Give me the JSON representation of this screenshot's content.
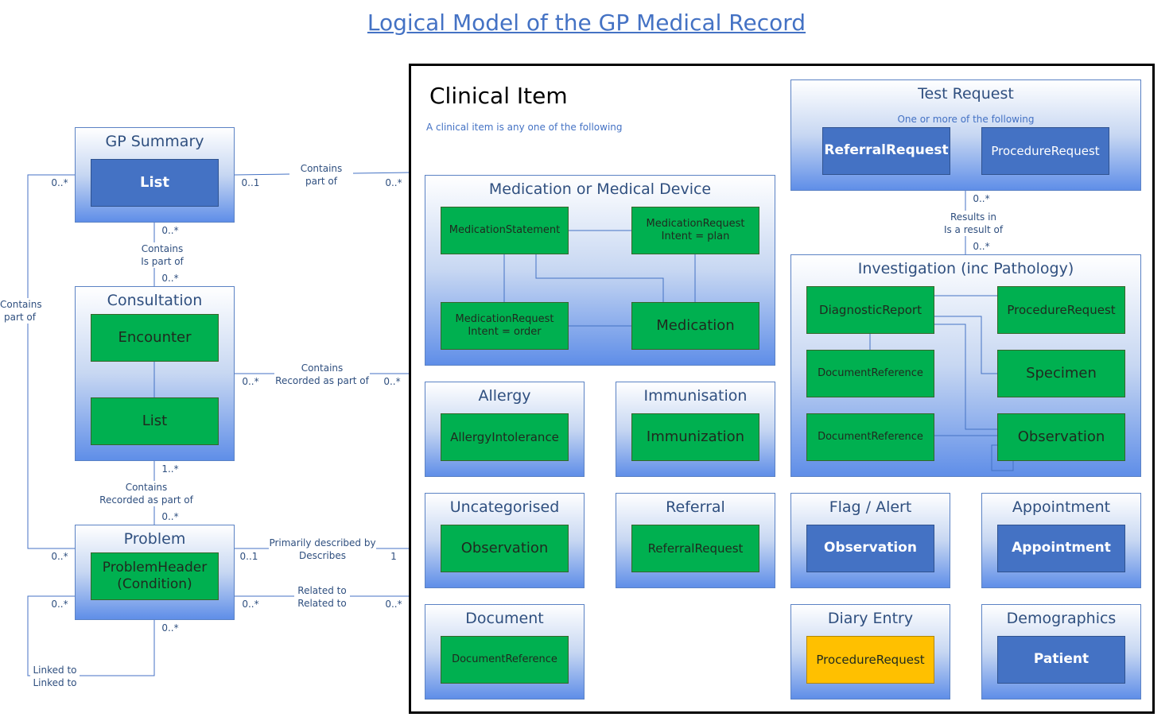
{
  "title": "Logical Model of the GP Medical Record",
  "clinical_item": {
    "title": "Clinical Item",
    "subtitle": "A clinical item is any one of the following"
  },
  "left": {
    "gp_summary": {
      "title": "GP Summary",
      "item": "List"
    },
    "consultation": {
      "title": "Consultation",
      "item1": "Encounter",
      "item2": "List"
    },
    "problem": {
      "title": "Problem",
      "item": "ProblemHeader\n(Condition)"
    }
  },
  "groups": {
    "medication": {
      "title": "Medication or Medical Device",
      "items": [
        "MedicationStatement",
        "MedicationRequest\nIntent = plan",
        "MedicationRequest\nIntent = order",
        "Medication"
      ]
    },
    "test_request": {
      "title": "Test Request",
      "subtitle": "One or more of the following",
      "items": [
        "ReferralRequest",
        "ProcedureRequest"
      ]
    },
    "investigation": {
      "title": "Investigation (inc Pathology)",
      "items": [
        "DiagnosticReport",
        "ProcedureRequest",
        "DocumentReference",
        "Specimen",
        "DocumentReference",
        "Observation"
      ]
    },
    "allergy": {
      "title": "Allergy",
      "item": "AllergyIntolerance"
    },
    "immunisation": {
      "title": "Immunisation",
      "item": "Immunization"
    },
    "uncategorised": {
      "title": "Uncategorised",
      "item": "Observation"
    },
    "referral": {
      "title": "Referral",
      "item": "ReferralRequest"
    },
    "flag": {
      "title": "Flag / Alert",
      "item": "Observation"
    },
    "appointment": {
      "title": "Appointment",
      "item": "Appointment"
    },
    "document": {
      "title": "Document",
      "item": "DocumentReference"
    },
    "diary": {
      "title": "Diary Entry",
      "item": "ProcedureRequest"
    },
    "demographics": {
      "title": "Demographics",
      "item": "Patient"
    }
  },
  "labels": {
    "gp_clinical": {
      "rel": "Contains\npart of",
      "left_mult": "0..1",
      "right_mult": "0..*"
    },
    "gp_consult": {
      "rel": "Contains\nIs part of",
      "top_mult": "0..*",
      "bottom_mult": "0..*"
    },
    "gp_problem": {
      "rel": "Contains\npart of",
      "top_mult": "0..*",
      "bottom_mult": "0..*"
    },
    "consult_clinical": {
      "rel": "Contains\nRecorded as part of",
      "left_mult": "0..*",
      "right_mult": "0..*"
    },
    "consult_problem": {
      "rel": "Contains\nRecorded as part of",
      "top_mult": "1..*",
      "bottom_mult": "0..*"
    },
    "problem_primary": {
      "rel": "Primarily described by\nDescribes",
      "left_mult": "0..1",
      "right_mult": "1"
    },
    "problem_related": {
      "rel": "Related to\nRelated to",
      "left_mult": "0..*",
      "right_mult": "0..*"
    },
    "problem_linked": {
      "rel": "Linked to\nLinked to",
      "left_mult": "0..*",
      "bottom_mult": "0..*"
    },
    "test_investigation": {
      "rel": "Results in\nIs a result of",
      "top_mult": "0..*",
      "bottom_mult": "0..*"
    }
  }
}
